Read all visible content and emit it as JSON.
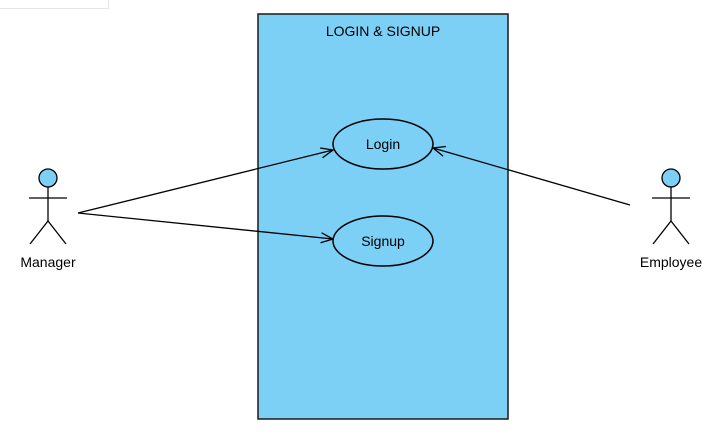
{
  "system": {
    "title": "LOGIN & SIGNUP"
  },
  "use_cases": {
    "login": "Login",
    "signup": "Signup"
  },
  "actors": {
    "manager": "Manager",
    "employee": "Employee"
  },
  "colors": {
    "boundary_fill": "#7ccff5",
    "actor_head_fill": "#7ccff5",
    "stroke": "#000000"
  }
}
